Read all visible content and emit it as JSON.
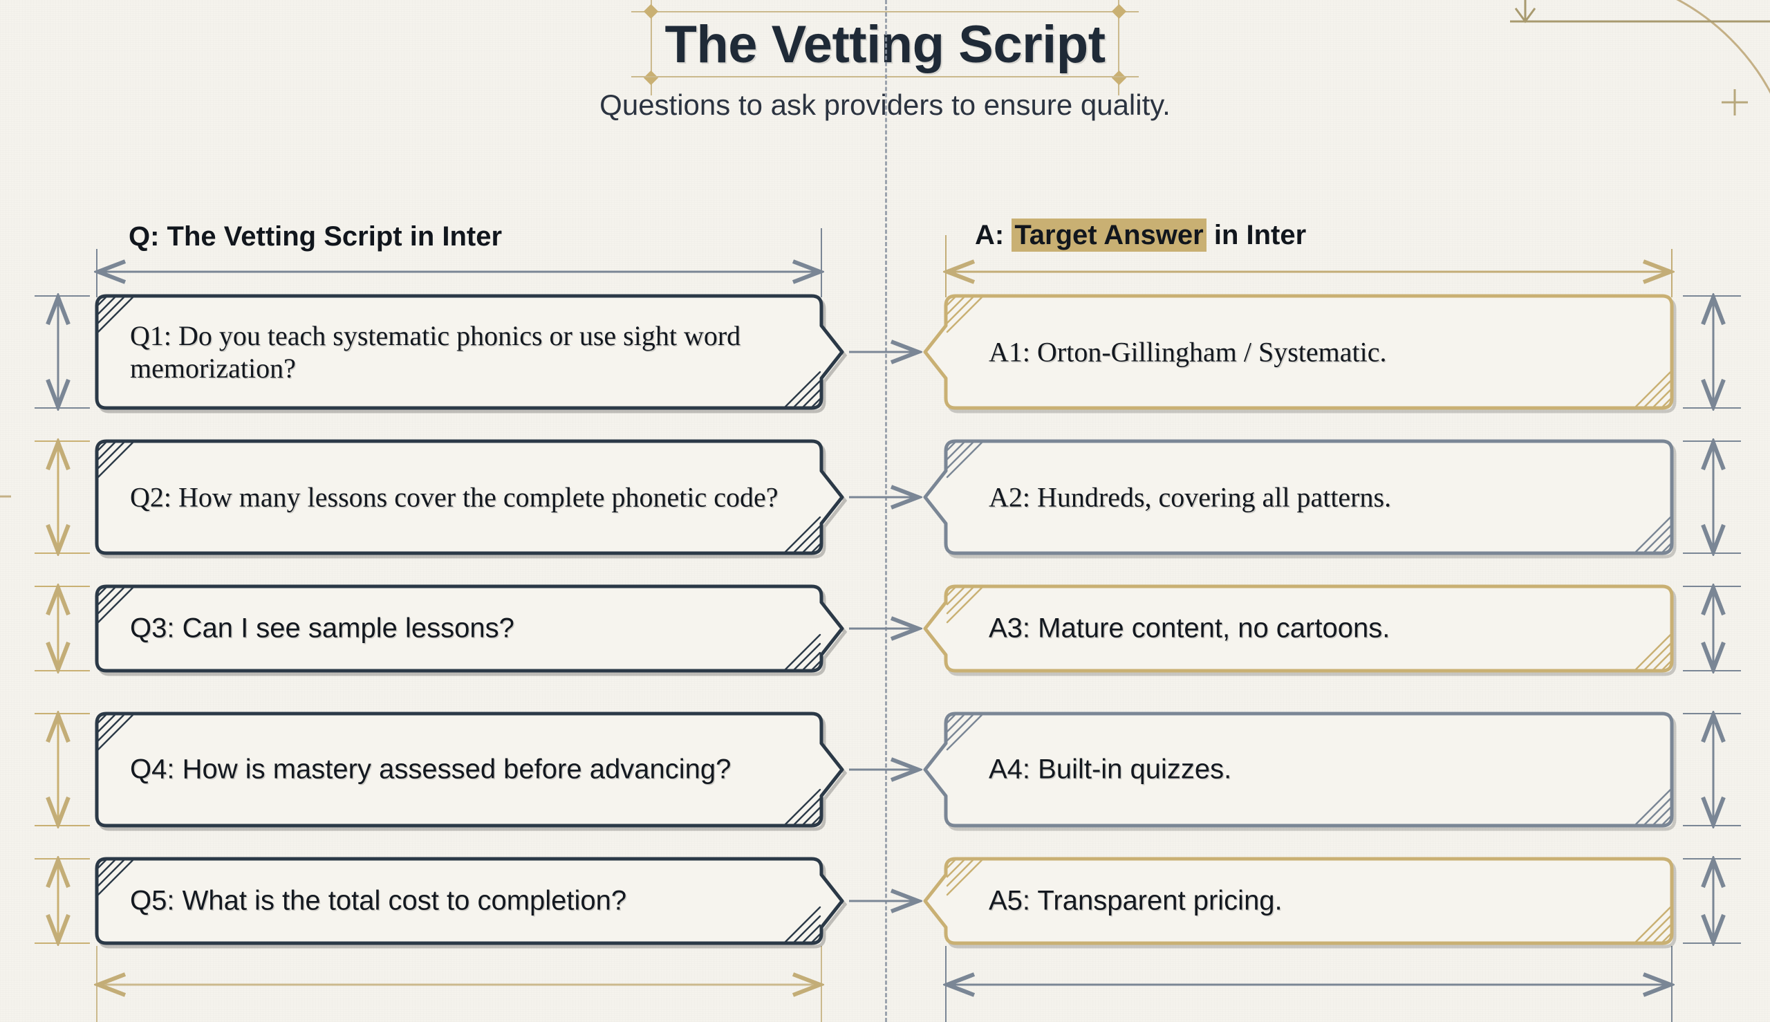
{
  "title": "The Vetting Script",
  "subtitle": "Questions to ask providers to ensure quality.",
  "columns": {
    "question_header_prefix": "Q: ",
    "question_header_main": "The Vetting Script",
    "question_header_suffix": " in Inter",
    "answer_header_prefix": "A: ",
    "answer_header_main": "Target Answer",
    "answer_header_suffix": " in Inter"
  },
  "colors": {
    "background": "#f5f3ed",
    "box_fill": "#f6f4ee",
    "ink_dark": "#2b3947",
    "ink_darkest": "#1f2a37",
    "gold": "#c9b073",
    "gold_light": "#cbb98d",
    "slate": "#7a8695",
    "highlight": "#c9b073",
    "dash_divider": "#8d96a3"
  },
  "rows": [
    {
      "id": "row-1",
      "question": "Q1: Do you teach systematic phonics or use sight word memorization?",
      "answer": "A1: Orton-Gillingham / Systematic.",
      "q_border": "#2b3947",
      "a_border": "#c9b073",
      "q_dim_color": "#7a8695",
      "a_dim_color": "#7a8695",
      "q_font": "serif",
      "a_font": "serif",
      "lines": 2
    },
    {
      "id": "row-2",
      "question": "Q2: How many lessons cover the complete phonetic code?",
      "answer": "A2: Hundreds, covering all patterns.",
      "q_border": "#2b3947",
      "a_border": "#7a8695",
      "q_dim_color": "#c9b073",
      "a_dim_color": "#7a8695",
      "q_font": "serif",
      "a_font": "serif",
      "lines": 2
    },
    {
      "id": "row-3",
      "question": "Q3: Can I see sample lessons?",
      "answer": "A3: Mature content, no cartoons.",
      "q_border": "#2b3947",
      "a_border": "#c9b073",
      "q_dim_color": "#c9b073",
      "a_dim_color": "#7a8695",
      "q_font": "sans",
      "a_font": "sans",
      "lines": 1
    },
    {
      "id": "row-4",
      "question": "Q4: How is mastery assessed before advancing?",
      "answer": "A4: Built-in quizzes.",
      "q_border": "#2b3947",
      "a_border": "#7a8695",
      "q_dim_color": "#c9b073",
      "a_dim_color": "#7a8695",
      "q_font": "sans",
      "a_font": "sans",
      "lines": 2
    },
    {
      "id": "row-5",
      "question": "Q5: What is the total cost to completion?",
      "answer": "A5: Transparent pricing.",
      "q_border": "#2b3947",
      "a_border": "#c9b073",
      "q_dim_color": "#c9b073",
      "a_dim_color": "#7a8695",
      "q_font": "sans",
      "a_font": "sans",
      "lines": 1
    }
  ],
  "decorations": {
    "top_right_arc": "quarter-arc",
    "top_right_arrow": "down-arrow",
    "plus_mark": "+",
    "left_tick": "small-dash",
    "bottom_dim_q_color": "#cbb98d",
    "bottom_dim_a_color": "#7a8695"
  }
}
